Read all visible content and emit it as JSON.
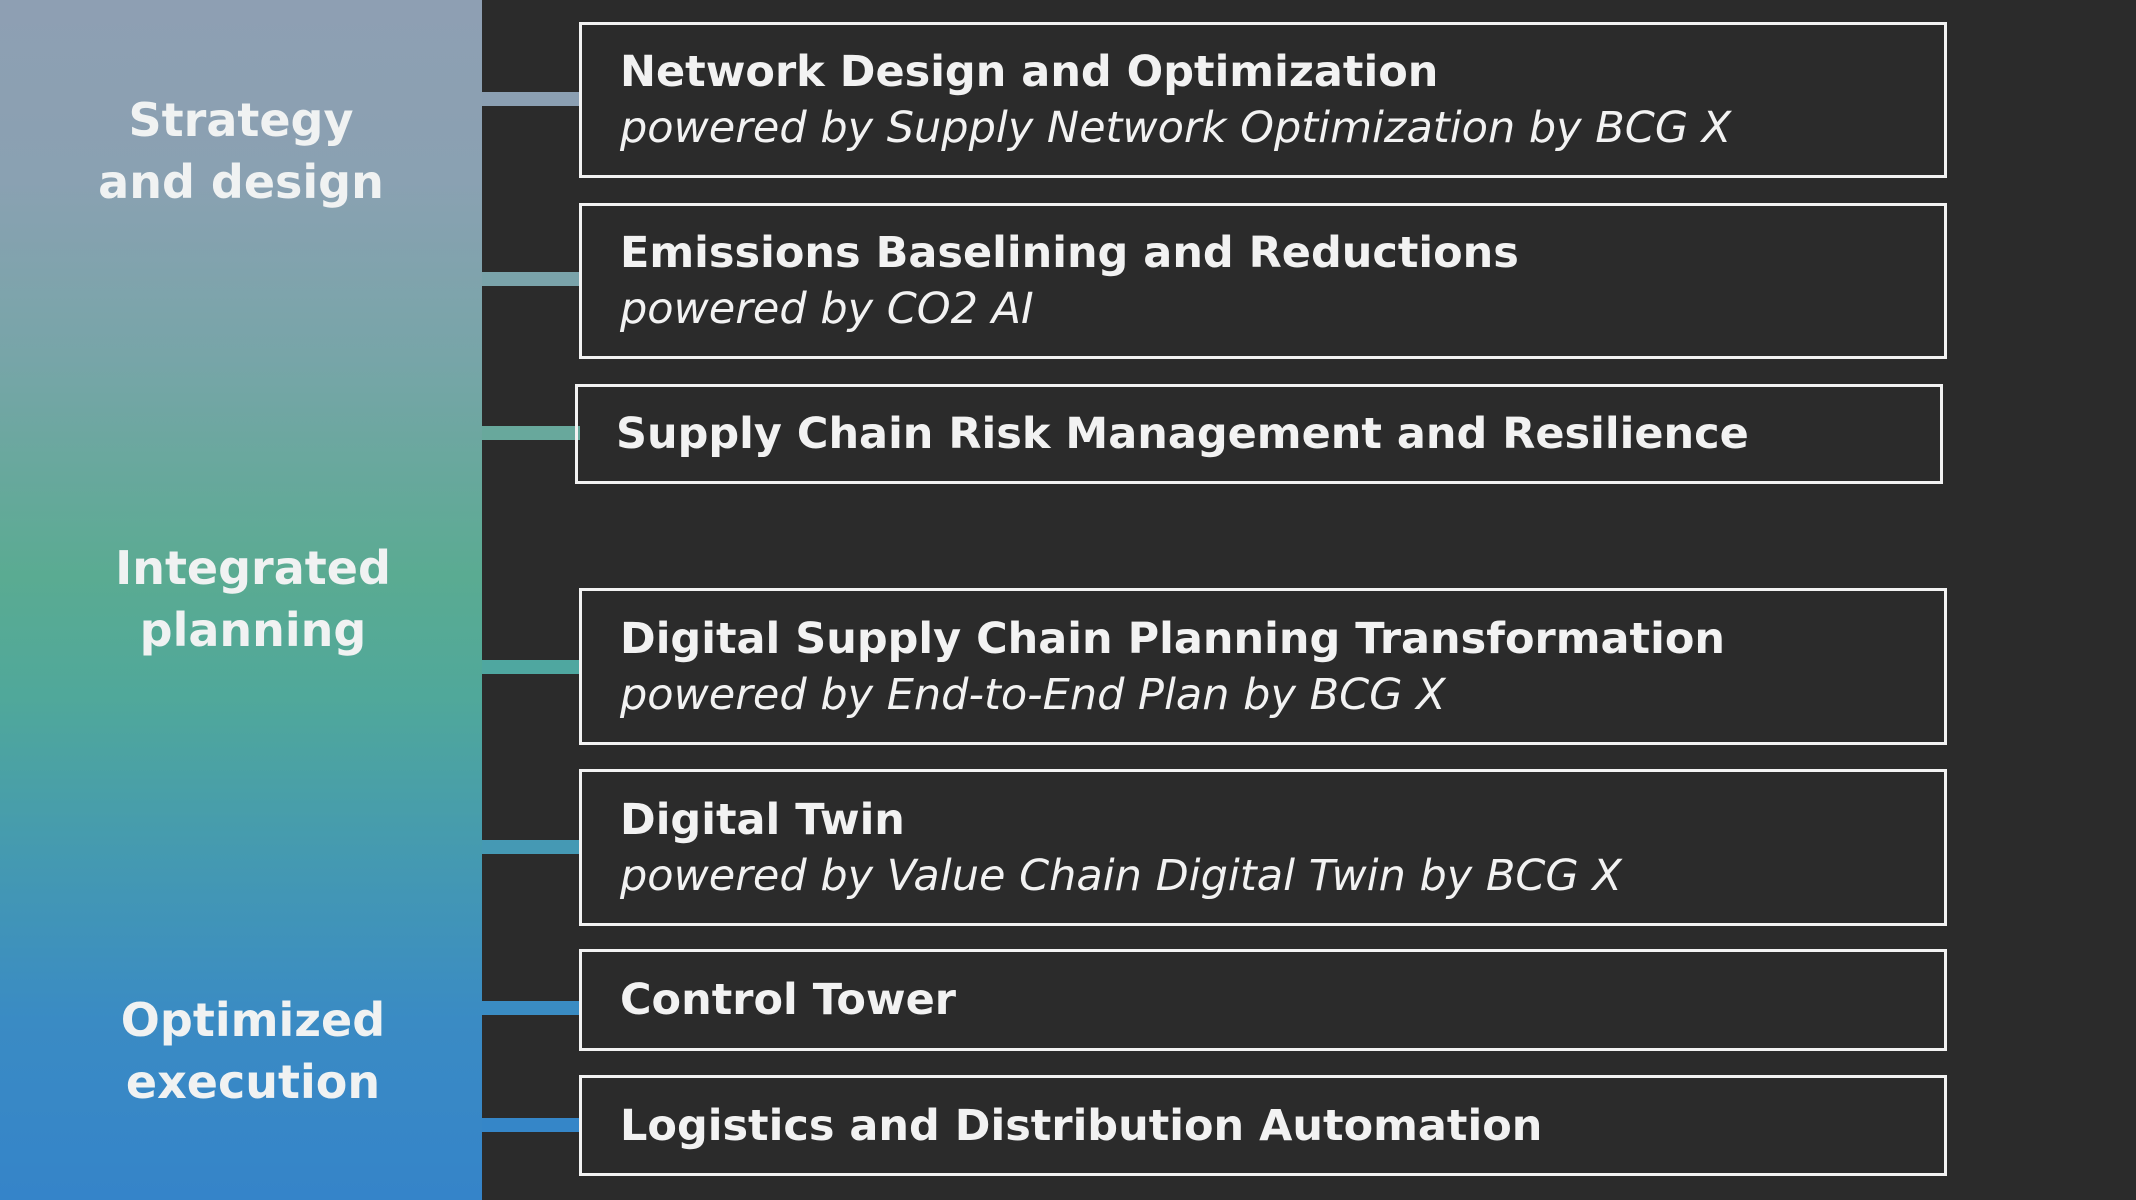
{
  "phases": [
    {
      "line1": "Strategy",
      "line2": "and design"
    },
    {
      "line1": "Integrated",
      "line2": "planning"
    },
    {
      "line1": "Optimized",
      "line2": "execution"
    }
  ],
  "items": [
    {
      "title": "Network Design and Optimization",
      "subtitle": "powered by Supply Network Optimization by BCG X"
    },
    {
      "title": "Emissions Baselining and Reductions",
      "subtitle": "powered by CO2 AI"
    },
    {
      "title": "Supply Chain Risk Management and Resilience"
    },
    {
      "title": "Digital Supply Chain Planning Transformation",
      "subtitle": "powered by End-to-End Plan by BCG X"
    },
    {
      "title": "Digital Twin",
      "subtitle": "powered by Value Chain Digital Twin by BCG X"
    },
    {
      "title": "Control Tower"
    },
    {
      "title": "Logistics and Distribution Automation"
    }
  ],
  "colors": {
    "background": "#2b2b2b",
    "gradient_top": "#8e9fb3",
    "gradient_mid": "#5aab92",
    "gradient_bottom": "#3584c9"
  }
}
